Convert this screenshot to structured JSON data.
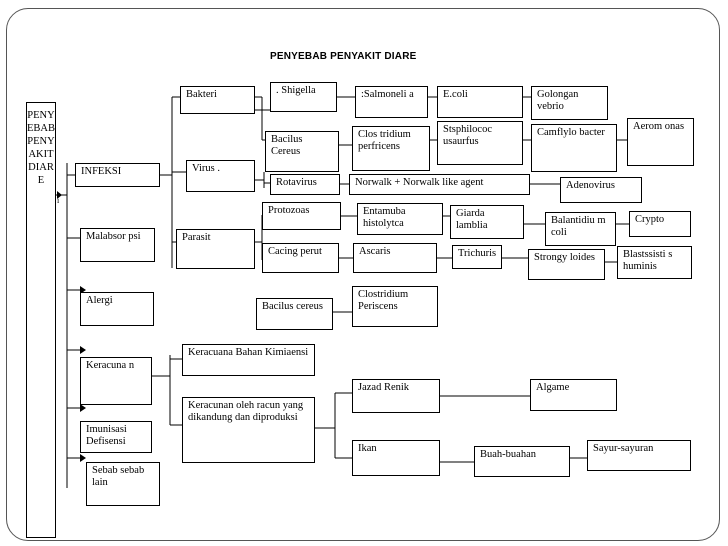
{
  "title": "PENYEBAB PENYAKIT DIARE",
  "root_label": "PENYEBAB PENYAKIT DIARE",
  "stray_text": "i",
  "categories": {
    "infeksi": "INFEKSI",
    "malabsorpsi": "Malabsor psi",
    "alergi": "Alergi",
    "keracunan": "Keracuna n",
    "imunisasi": "Imunisasi Defisensi",
    "sebab_lain": "Sebab sebab lain"
  },
  "infeksi_types": {
    "bakteri": "Bakteri",
    "virus": "Virus .",
    "parasit": "Parasit"
  },
  "bakteri_items": {
    "shigella": ". Shigella",
    "salmonella": ":Salmoneli a",
    "ecoli": "E.coli",
    "golongan_vebrio": "Golongan vebrio",
    "bacilus_cereus": "Bacilus Cereus",
    "clostridium": "Clos tridium perfricens",
    "staphilococ": "Stsphilococ usaurfus",
    "camfylobacter": "Camflylo bacter",
    "aeromonas": "Aerom onas"
  },
  "virus_items": {
    "rotavirus": "Rotavirus",
    "norwalk": "Norwalk + Norwalk like agent",
    "adenovirus": "Adenovirus"
  },
  "parasit_items": {
    "protozoa": "Protozoas",
    "entamuba": "Entamuba histolytca",
    "giardia": "Giarda lamblia",
    "balantidium": "Balantidiu m coli",
    "crypto": "Crypto",
    "cacing": "Cacing perut",
    "ascaris": "Ascaris",
    "trichuris": "Trichuris",
    "strongyloides": "Strongy loides",
    "blastocystis": "Blastssisti s huminis"
  },
  "keracunan_items": {
    "bacilus_cereus_2": "Bacilus cereus",
    "clostridium_2": "Clostridium Periscens",
    "bahan_kimia": "Keracuana Bahan Kimiaensi",
    "racun_dikandung": "Keracunan oleh racun yang dikandung dan diproduksi",
    "jazad_renik": "Jazad Renik",
    "algame": "Algame",
    "ikan": "Ikan",
    "buah": "Buah-buahan",
    "sayur": "Sayur-sayuran"
  }
}
